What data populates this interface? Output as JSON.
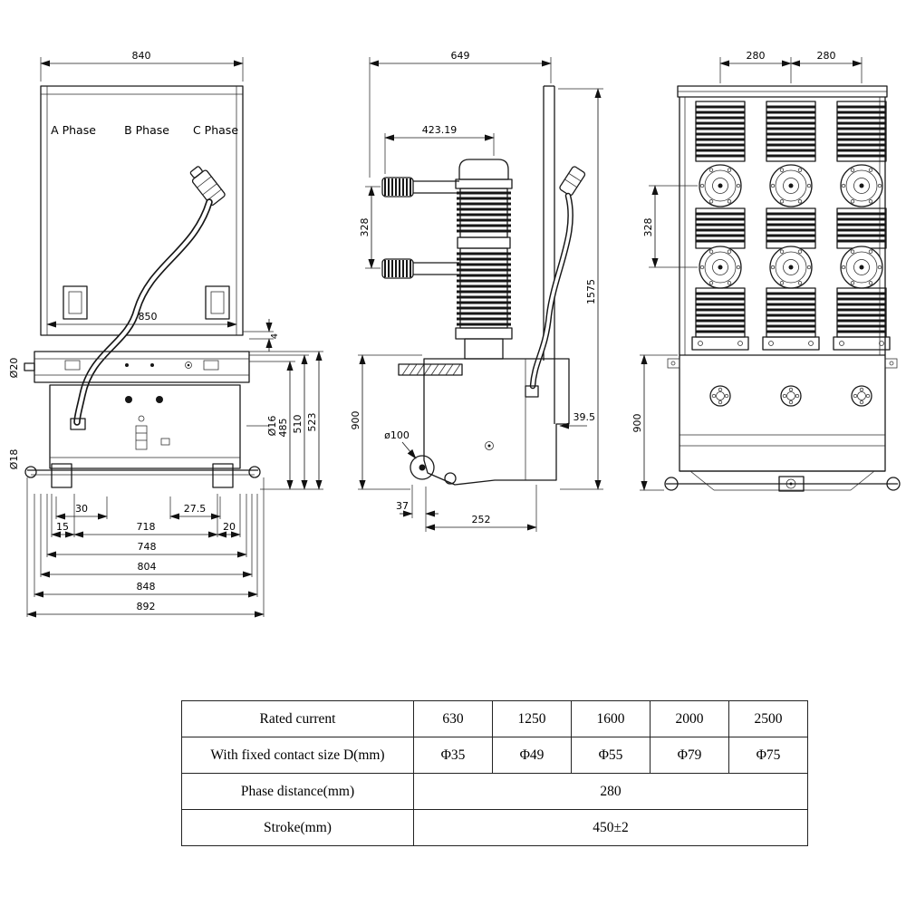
{
  "front": {
    "phases": {
      "a": "A Phase",
      "b": "B Phase",
      "c": "C Phase"
    },
    "dims": {
      "w840": "840",
      "w850": "850",
      "g4": "4",
      "dia20": "Ø20",
      "dia18": "Ø18",
      "dia16": "Ø16",
      "h485": "485",
      "h510": "510",
      "h523": "523",
      "o30": "30",
      "o27_5": "27.5",
      "o15": "15",
      "w718": "718",
      "o20": "20",
      "w748": "748",
      "w804": "804",
      "w848": "848",
      "w892": "892"
    }
  },
  "side": {
    "dims": {
      "w649": "649",
      "w423": "423.19",
      "h328": "328",
      "h1575": "1575",
      "h900": "900",
      "dia100": "ø100",
      "o39_5": "39.5",
      "o37": "37",
      "w252": "252"
    }
  },
  "rear": {
    "dims": {
      "p280a": "280",
      "p280b": "280",
      "h328": "328",
      "h900": "900"
    }
  },
  "table": {
    "rows": [
      {
        "label": "Rated current",
        "values": [
          "630",
          "1250",
          "1600",
          "2000",
          "2500"
        ]
      },
      {
        "label": "With fixed contact size D(mm)",
        "values": [
          "Φ35",
          "Φ49",
          "Φ55",
          "Φ79",
          "Φ75"
        ]
      },
      {
        "label": "Phase distance(mm)",
        "value": "280"
      },
      {
        "label": "Stroke(mm)",
        "value": "450±2"
      }
    ]
  }
}
